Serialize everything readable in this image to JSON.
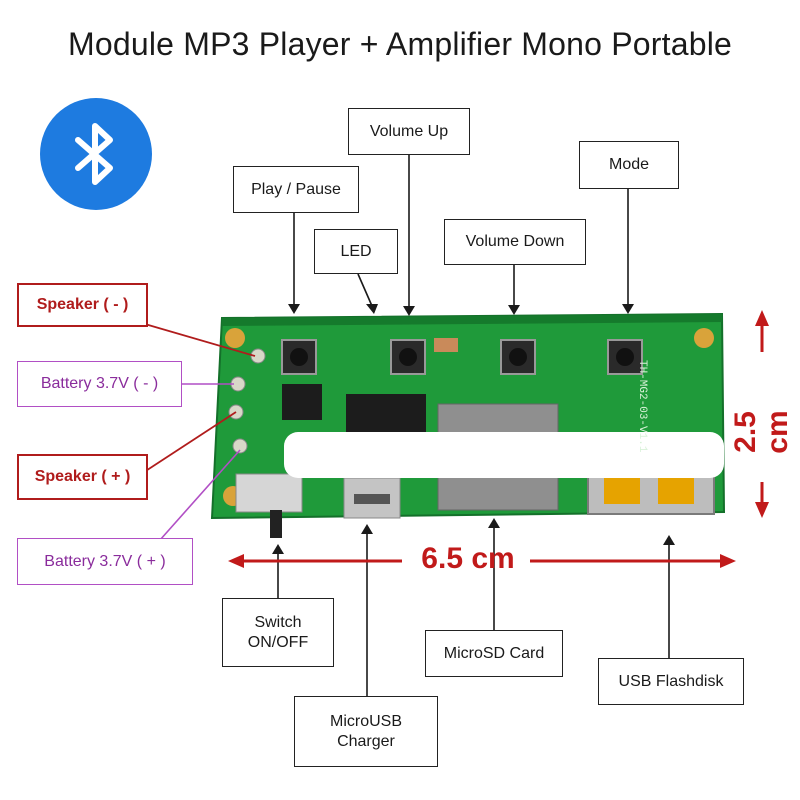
{
  "title": "Module MP3 Player + Amplifier Mono Portable",
  "icons": {
    "bluetooth": "bluetooth-icon"
  },
  "colors": {
    "pcb": "#1f9a3a",
    "callout_red": "#b01c1c",
    "callout_purple": "#b14fc5",
    "dimension": "#c11a1a",
    "bluetooth": "#1e7be0"
  },
  "labels": {
    "volume_up": "Volume Up",
    "play_pause": "Play / Pause",
    "mode": "Mode",
    "led": "LED",
    "volume_down": "Volume Down",
    "speaker_minus": "Speaker ( - )",
    "battery_minus": "Battery 3.7V ( - )",
    "speaker_plus": "Speaker ( + )",
    "battery_plus": "Battery 3.7V ( + )",
    "switch": "Switch\nON/OFF",
    "microsd": "MicroSD Card",
    "usb_flashdisk": "USB Flashdisk",
    "microusb": "MicroUSB\nCharger"
  },
  "dimensions": {
    "width": "6.5 cm",
    "height": "2.5 cm"
  },
  "board_text": {
    "model": "TH-MG2-03-V1.1"
  }
}
